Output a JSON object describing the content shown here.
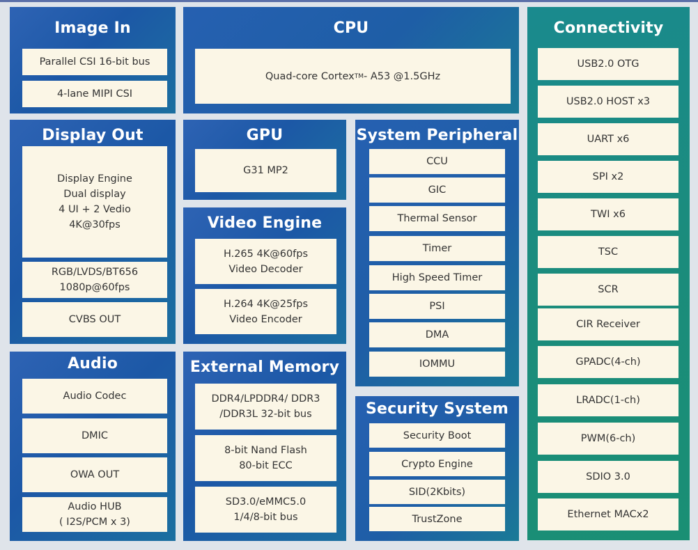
{
  "image_in": {
    "title": "Image In",
    "items": [
      "Parallel CSI 16-bit bus",
      "4-lane MIPI CSI"
    ]
  },
  "cpu": {
    "title": "CPU",
    "item_prefix": "Quad-core Cortex",
    "item_mark": "TM",
    "item_suffix": "- A53 @1.5GHz"
  },
  "connectivity": {
    "title": "Connectivity",
    "items": [
      "USB2.0 OTG",
      "USB2.0 HOST x3",
      "UART x6",
      "SPI x2",
      "TWI x6",
      "TSC",
      "SCR",
      "CIR Receiver",
      "GPADC(4-ch)",
      "LRADC(1-ch)",
      "PWM(6-ch)",
      "SDIO 3.0",
      "Ethernet MACx2"
    ]
  },
  "display_out": {
    "title": "Display Out",
    "items": [
      "Display Engine\nDual display\n4 UI  + 2 Vedio\n4K@30fps",
      "RGB/LVDS/BT656\n1080p@60fps",
      "CVBS OUT"
    ]
  },
  "gpu": {
    "title": "GPU",
    "items": [
      "G31 MP2"
    ]
  },
  "system_peripheral": {
    "title": "System Peripheral",
    "items": [
      "CCU",
      "GIC",
      "Thermal Sensor",
      "Timer",
      "High Speed Timer",
      "PSI",
      "DMA",
      "IOMMU"
    ]
  },
  "video_engine": {
    "title": "Video Engine",
    "items": [
      "H.265 4K@60fps\nVideo Decoder",
      "H.264 4K@25fps\nVideo Encoder"
    ]
  },
  "audio": {
    "title": "Audio",
    "items": [
      "Audio Codec",
      "DMIC",
      "OWA OUT",
      "Audio HUB\n( I2S/PCM x 3)"
    ]
  },
  "external_memory": {
    "title": "External Memory",
    "items": [
      "DDR4/LPDDR4/ DDR3\n/DDR3L 32-bit bus",
      "8-bit Nand Flash\n80-bit ECC",
      "SD3.0/eMMC5.0\n1/4/8-bit bus"
    ]
  },
  "security_system": {
    "title": "Security System",
    "items": [
      "Security Boot",
      "Crypto Engine",
      "SID(2Kbits)",
      "TrustZone"
    ]
  },
  "colors": {
    "block_blue": "#1c58a6",
    "block_teal": "#1a8c7c",
    "item_bg": "#fbf6e6",
    "title_text": "#ffffff",
    "item_text": "#333333"
  }
}
